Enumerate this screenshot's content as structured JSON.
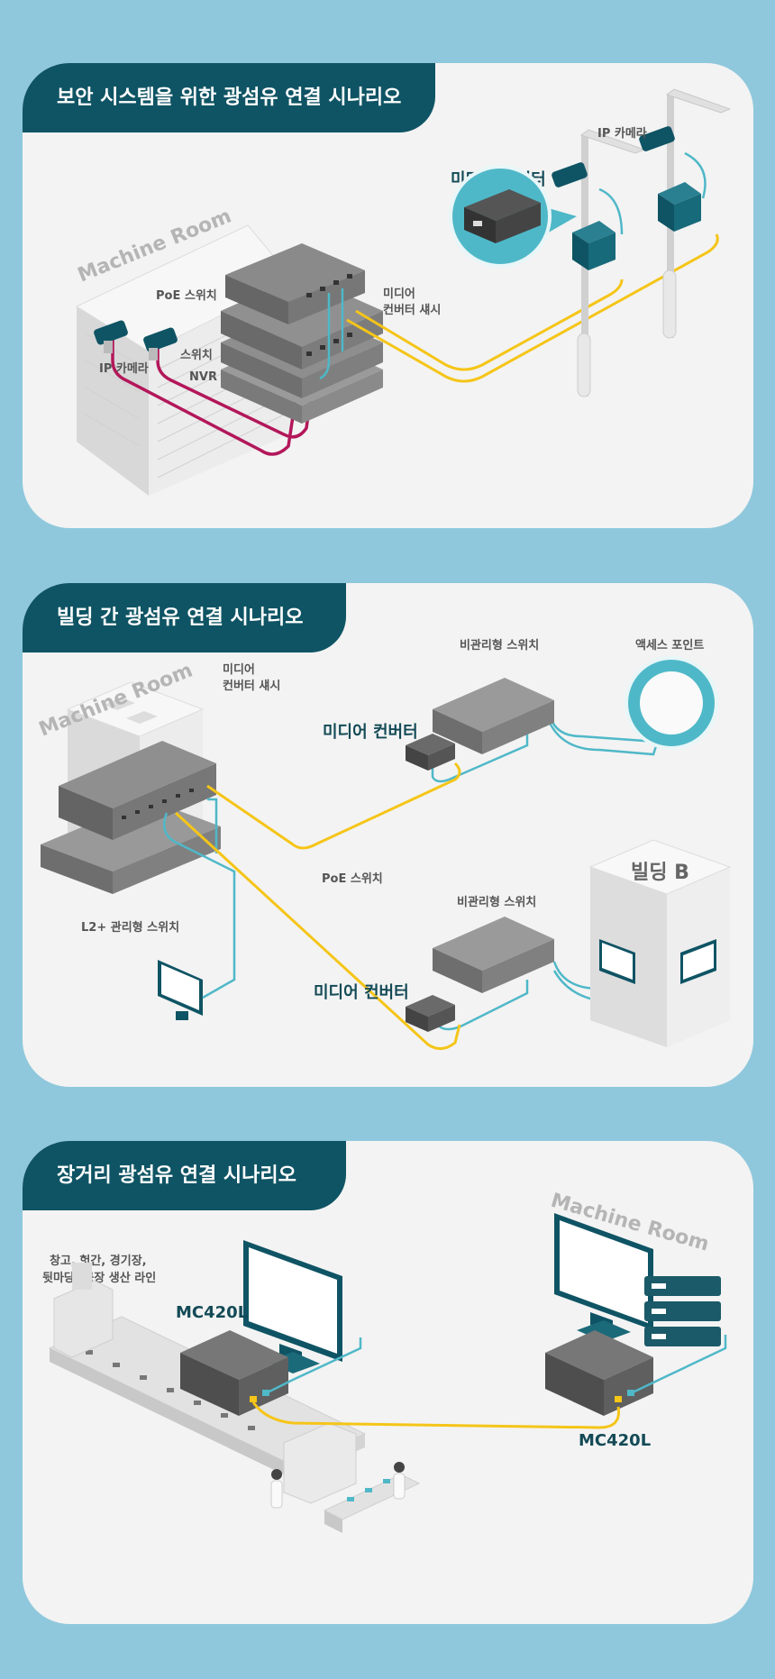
{
  "colors": {
    "background": "#8fc8dc",
    "panel": "#f3f3f3",
    "tab": "#0f5464",
    "fiber": "#f5c518",
    "ethernet": "#4fb8c8",
    "coax": "#b3175a"
  },
  "panel1": {
    "title": "보안 시스템을 위한 광섬유 연결 시나리오",
    "machine_room": "Machine Room",
    "poe_switch": "PoE 스위치",
    "switch": "스위치",
    "nvr": "NVR",
    "ip_camera_left": "IP 카메라",
    "ip_camera_right": "IP 카메라",
    "chassis_line1": "미디어",
    "chassis_line2": "컨버터 섀시",
    "media_converter": "미디어 컨버터"
  },
  "panel2": {
    "title": "빌딩 간 광섬유 연결 시나리오",
    "machine_room": "Machine Room",
    "chassis_line1": "미디어",
    "chassis_line2": "컨버터 섀시",
    "l2_switch": "L2+ 관리형 스위치",
    "poe_switch": "PoE 스위치",
    "unmanaged_top": "비관리형 스위치",
    "access_point": "액세스 포인트",
    "media_converter_top": "미디어 컨버터",
    "unmanaged_bottom": "비관리형 스위치",
    "building_b": "빌딩 B",
    "media_converter_bottom": "미디어 컨버터"
  },
  "panel3": {
    "title": "장거리 광섬유 연결 시나리오",
    "places_line1": "창고, 헛간, 경기장,",
    "places_line2": "뒷마당, 공장 생산 라인",
    "mc_left": "MC420L",
    "machine_room": "Machine Room",
    "mc_right": "MC420L"
  }
}
